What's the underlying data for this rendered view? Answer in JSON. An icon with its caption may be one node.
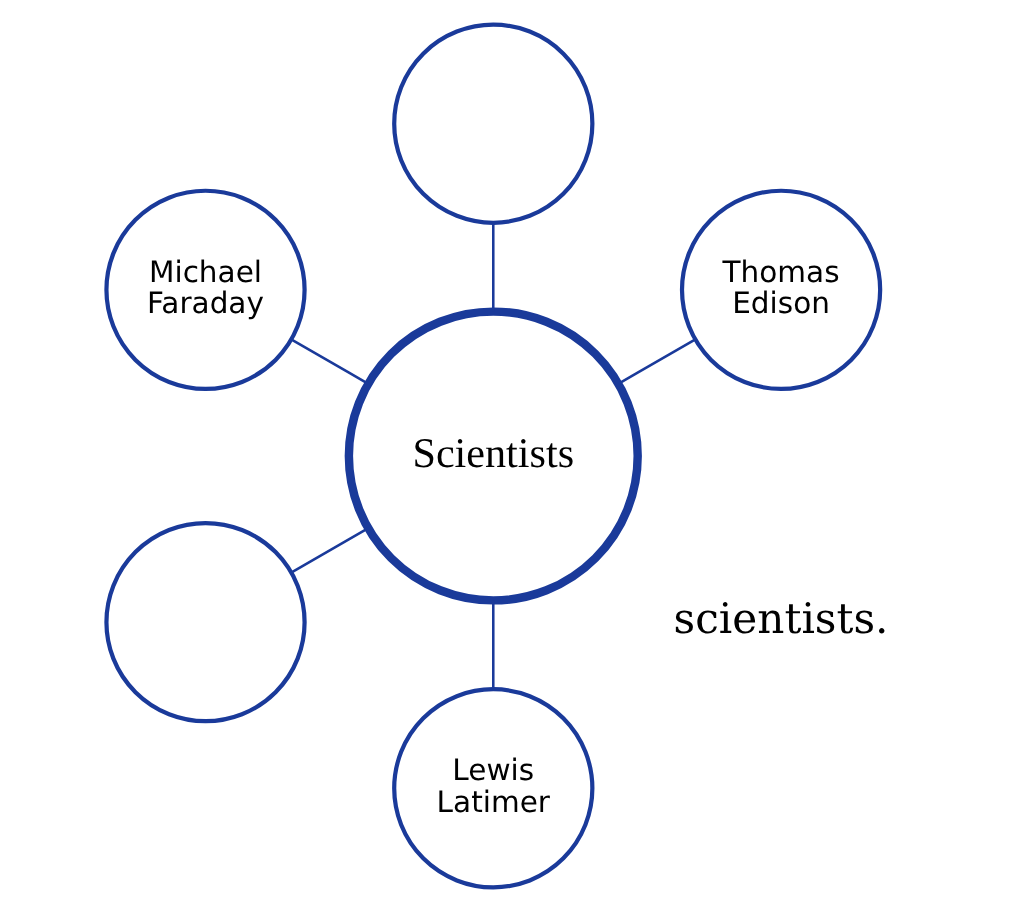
{
  "diagram": {
    "nodes": [
      {
        "text": [
          "Thomas Edison"
        ]
      },
      {
        "text": [],
        "shape": "circle"
      },
      {
        "text": [
          "Michael Faraday"
        ]
      },
      {
        "text": [
          "Scientists"
        ]
      },
      {
        "text": [],
        "shape": "circle"
      },
      {
        "text": [
          "Lewis Latimer"
        ]
      }
    ],
    "edges": [
      {
        "from": 3,
        "to": 0,
        "arrow": "none"
      },
      {
        "from": 3,
        "to": 1,
        "arrow": "none"
      },
      {
        "from": 3,
        "to": 2,
        "arrow": "none"
      },
      {
        "from": 3,
        "to": 4,
        "arrow": "none"
      },
      {
        "from": 3,
        "to": 5,
        "arrow": "none"
      }
    ],
    "labels": [
      "scientists."
    ]
  }
}
